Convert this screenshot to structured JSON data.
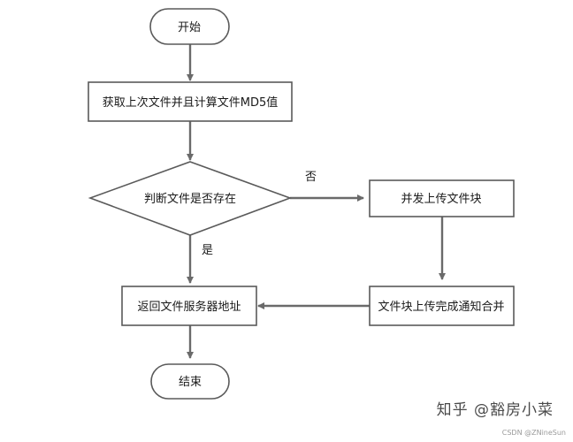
{
  "nodes": {
    "start": "开始",
    "get_md5": "获取上次文件并且计算文件MD5值",
    "check_exists": "判断文件是否存在",
    "concurrent_upload": "并发上传文件块",
    "merge_notify": "文件块上传完成通知合并",
    "return_address": "返回文件服务器地址",
    "end": "结束"
  },
  "edges": {
    "no_label": "否",
    "yes_label": "是"
  },
  "watermark": "知乎 @豁房小菜",
  "credit": "CSDN @ZNineSun",
  "colors": {
    "stroke": "#5a5a5a",
    "edge": "#6a6a6a",
    "text": "#1a1a1a"
  }
}
